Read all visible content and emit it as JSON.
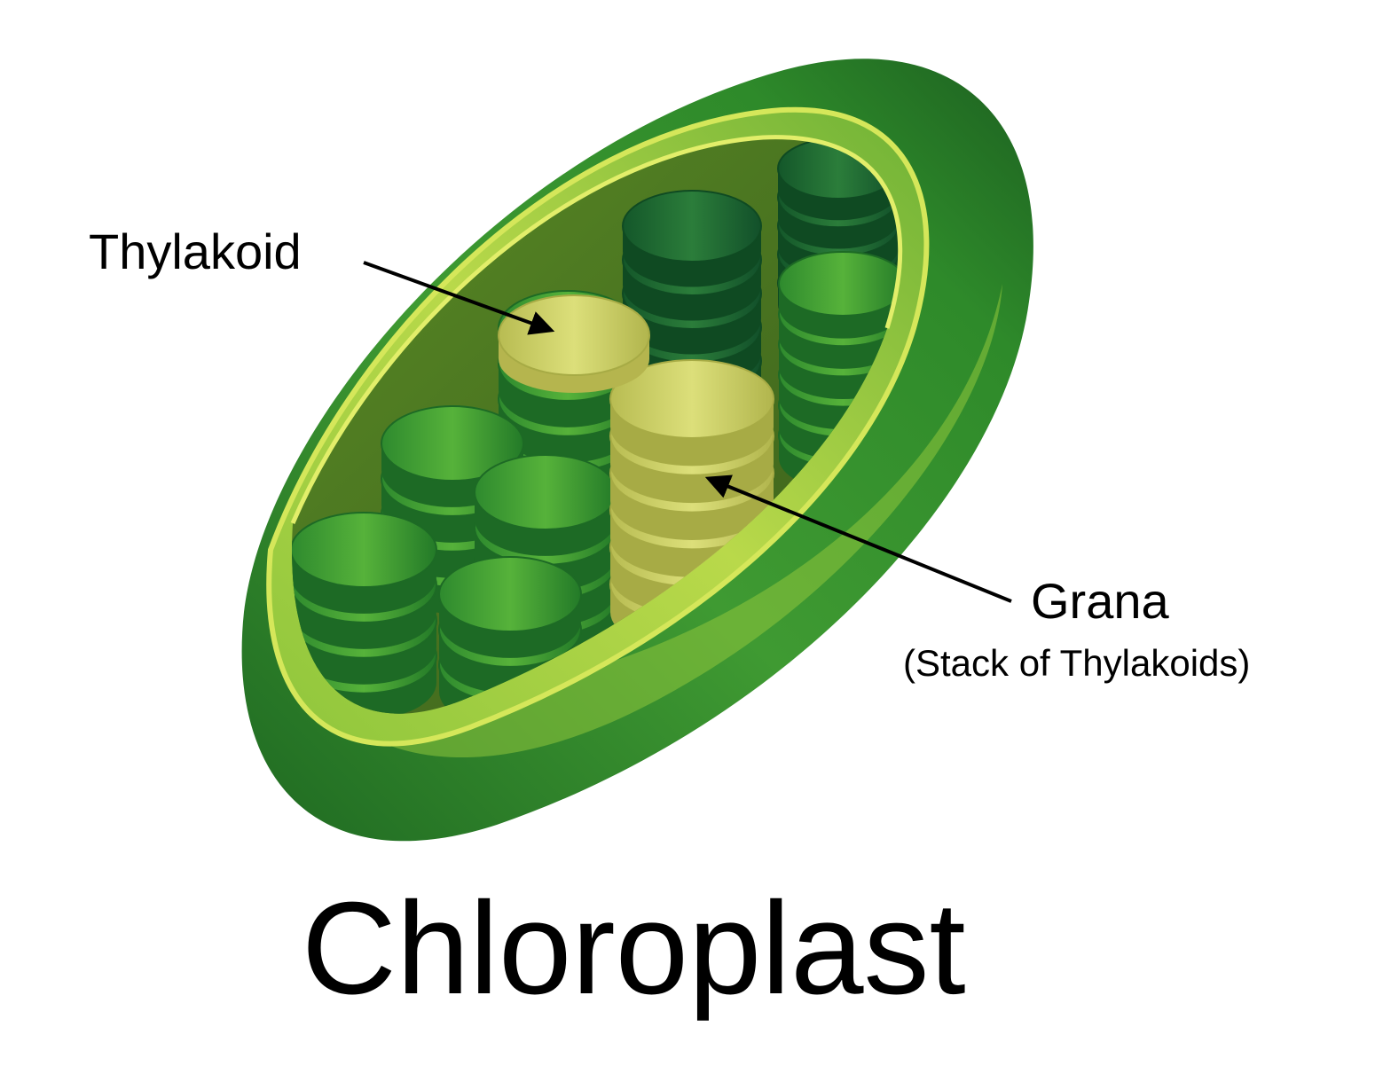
{
  "title": "Chloroplast",
  "labels": {
    "thylakoid": "Thylakoid",
    "grana": "Grana",
    "grana_sub": "(Stack of Thylakoids)"
  },
  "colors": {
    "outer_dark": "#1f6a22",
    "outer_mid": "#3f9a32",
    "outer_light": "#8fc63c",
    "inner_rim": "#d5e75a",
    "stroma": "#4f7f22",
    "granum_green_dark": "#1e6b2a",
    "granum_green": "#3e9a2e",
    "granum_yellow": "#cfd26a",
    "arrow": "#000000"
  }
}
